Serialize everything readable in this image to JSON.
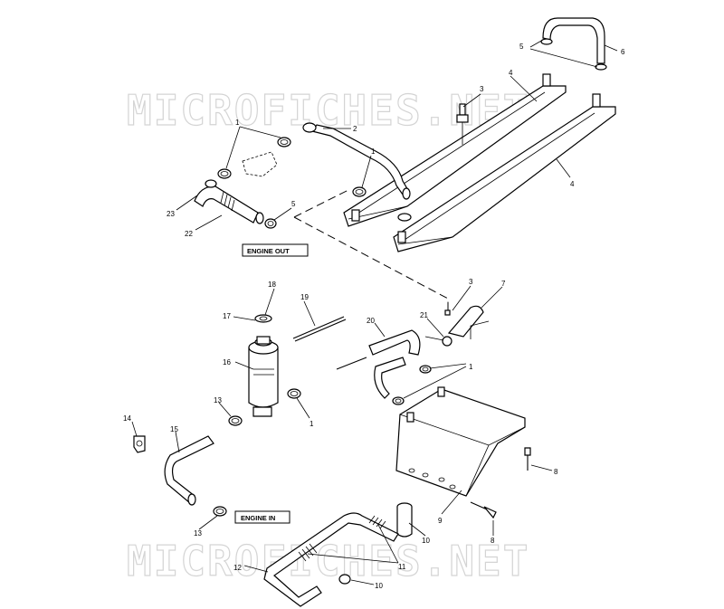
{
  "watermark": {
    "text": "MICROFICHES.NET"
  },
  "box_labels": {
    "engine_out": "ENGINE OUT",
    "engine_in": "ENGINE IN"
  },
  "callouts": {
    "c1a": "1",
    "c1b": "1",
    "c1c": "1",
    "c2": "2",
    "c3a": "3",
    "c3b": "3",
    "c4a": "4",
    "c4b": "4",
    "c5a": "5",
    "c5b": "5",
    "c6": "6",
    "c7": "7",
    "c8a": "8",
    "c8b": "8",
    "c9": "9",
    "c10a": "10",
    "c10b": "10",
    "c11": "11",
    "c12": "12",
    "c13a": "13",
    "c13b": "13",
    "c14": "14",
    "c15": "15",
    "c16": "16",
    "c17": "17",
    "c18": "18",
    "c19": "19",
    "c20": "20",
    "c21": "21",
    "c22": "22",
    "c23": "23"
  }
}
